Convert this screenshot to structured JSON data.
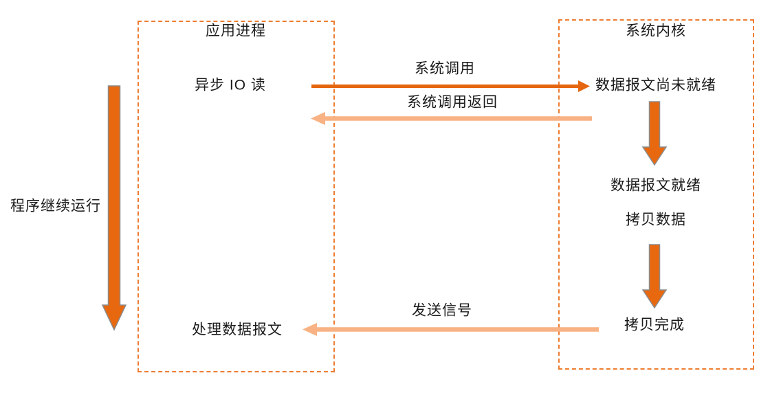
{
  "diagram": {
    "left_panel": {
      "title": "应用进程",
      "labels": {
        "async_read": "异步 IO 读",
        "process_data": "处理数据报文"
      }
    },
    "right_panel": {
      "title": "系统内核",
      "labels": {
        "not_ready": "数据报文尚未就绪",
        "ready": "数据报文就绪",
        "copy_data": "拷贝数据",
        "copy_done": "拷贝完成"
      }
    },
    "side_label": "程序继续运行",
    "arrows": {
      "syscall": "系统调用",
      "syscall_return": "系统调用返回",
      "send_signal": "发送信号"
    },
    "colors": {
      "dark_orange": "#E5660E",
      "light_orange": "#F8B284",
      "block_arrow_orange": "#E8680F",
      "block_arrow_outline_gray": "#8C8C8C",
      "dashed_border_orange": "#ED7D31"
    }
  }
}
